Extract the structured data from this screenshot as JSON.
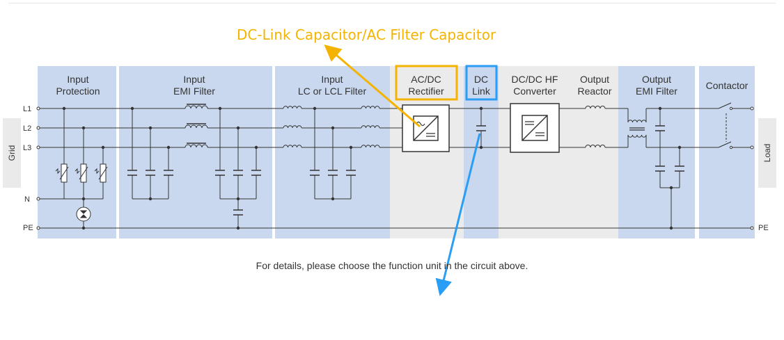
{
  "annotation": "DC-Link Capacitor/AC Filter Capacitor",
  "side_labels": {
    "grid": "Grid",
    "load": "Load"
  },
  "units": [
    {
      "id": "input-protection",
      "line1": "Input",
      "line2": "Protection"
    },
    {
      "id": "input-emi-filter",
      "line1": "Input",
      "line2": "EMI Filter"
    },
    {
      "id": "input-lc-filter",
      "line1": "Input",
      "line2": "LC or LCL Filter"
    },
    {
      "id": "acdc-rectifier",
      "line1": "AC/DC",
      "line2": "Rectifier"
    },
    {
      "id": "dc-link",
      "line1": "DC",
      "line2": "Link"
    },
    {
      "id": "dcdc-converter",
      "line1": "DC/DC HF",
      "line2": "Converter"
    },
    {
      "id": "output-reactor",
      "line1": "Output",
      "line2": "Reactor"
    },
    {
      "id": "output-emi-filter",
      "line1": "Output",
      "line2": "EMI Filter"
    },
    {
      "id": "contactor",
      "line1": "Contactor",
      "line2": ""
    }
  ],
  "line_labels": {
    "l1": "L1",
    "l2": "L2",
    "l3": "L3",
    "n": "N",
    "pe_left": "PE",
    "pe_right": "PE"
  },
  "footer": "For details, please choose the function unit in the circuit above.",
  "colors": {
    "blue_section": "#c9d8ee",
    "gray_section": "#ebebeb",
    "annotation_orange": "#f5b301",
    "highlight_blue": "#2a9df4",
    "wire": "#333333"
  }
}
